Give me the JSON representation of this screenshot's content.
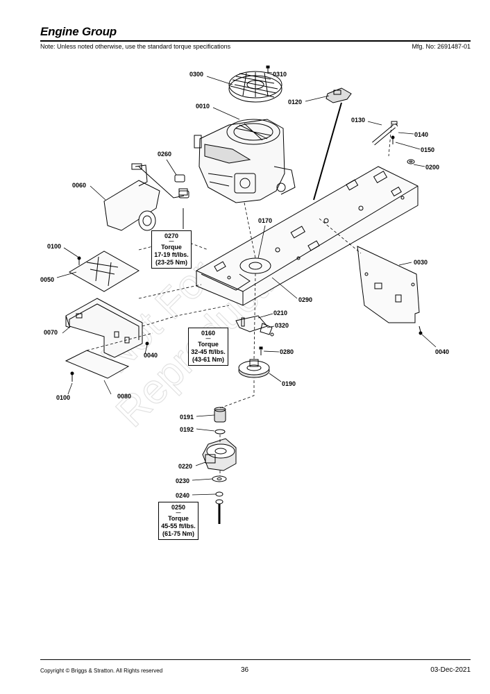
{
  "header": {
    "title": "Engine Group",
    "note": "Note: Unless noted otherwise, use the standard torque specifications",
    "mfg": "Mfg. No: 2691487-01"
  },
  "callouts": {
    "p0300": "0300",
    "p0310": "0310",
    "p0010": "0010",
    "p0120": "0120",
    "p0130": "0130",
    "p0140": "0140",
    "p0150": "0150",
    "p0200": "0200",
    "p0260": "0260",
    "p0060": "0060",
    "p0100a": "0100",
    "p0050": "0050",
    "p0170": "0170",
    "p0030": "0030",
    "p0290": "0290",
    "p0210": "0210",
    "p0320": "0320",
    "p0070": "0070",
    "p0040a": "0040",
    "p0280": "0280",
    "p0040b": "0040",
    "p0190": "0190",
    "p0100b": "0100",
    "p0080": "0080",
    "p0191": "0191",
    "p0192": "0192",
    "p0220": "0220",
    "p0230": "0230",
    "p0240": "0240"
  },
  "torque": {
    "t0270": {
      "part": "0270",
      "dash": "—",
      "label": "Torque",
      "ftlbs": "17-19 ft/lbs.",
      "nm": "(23-25 Nm)"
    },
    "t0160": {
      "part": "0160",
      "dash": "—",
      "label": "Torque",
      "ftlbs": "32-45 ft/lbs.",
      "nm": "(43-61 Nm)"
    },
    "t0250": {
      "part": "0250",
      "dash": "—",
      "label": "Torque",
      "ftlbs": "45-55 ft/lbs.",
      "nm": "(61-75 Nm)"
    }
  },
  "watermark": {
    "line1": "Not For",
    "line2": "Reproduction"
  },
  "footer": {
    "copyright": "Copyright © Briggs & Stratton. All Rights reserved",
    "page": "36",
    "date": "03-Dec-2021"
  }
}
